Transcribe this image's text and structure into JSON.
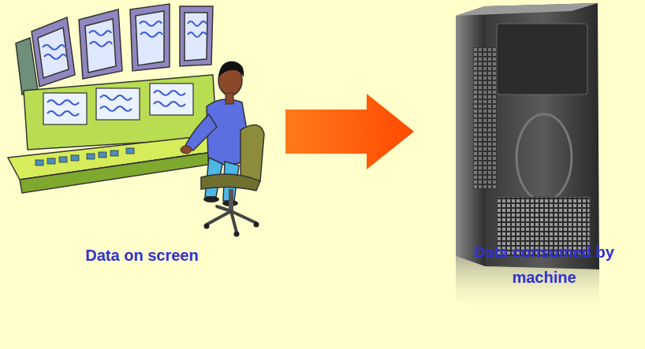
{
  "diagram": {
    "nodes": [
      {
        "text": [
          "Data on screen"
        ]
      },
      {
        "text": [
          "Data consumed by machine"
        ]
      }
    ],
    "edges": [
      {
        "from": 0,
        "to": 1,
        "arrow": "to"
      }
    ]
  }
}
